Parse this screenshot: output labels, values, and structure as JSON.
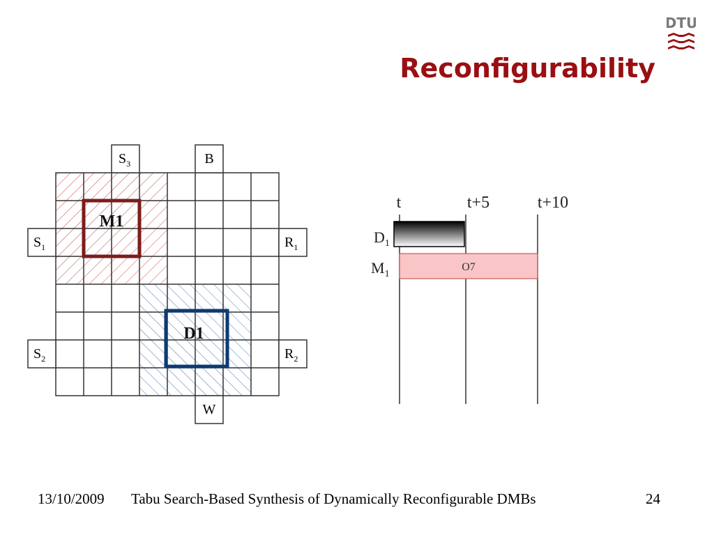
{
  "slide": {
    "title": "Reconfigurability",
    "logo_text": "DTU",
    "brand_color": "#9a0f12"
  },
  "biochip": {
    "rows": 8,
    "cols": 8,
    "module_m1_label": "M1",
    "module_d1_label": "D1",
    "module_m1_color": "#7b1d1d",
    "module_d1_color": "#0d3a73",
    "ports": {
      "s3": {
        "main": "S",
        "sub": "3"
      },
      "b": {
        "main": "B"
      },
      "s1": {
        "main": "S",
        "sub": "1"
      },
      "r1": {
        "main": "R",
        "sub": "1"
      },
      "s2": {
        "main": "S",
        "sub": "2"
      },
      "r2": {
        "main": "R",
        "sub": "2"
      },
      "w": {
        "main": "W"
      }
    }
  },
  "schedule": {
    "time_labels": [
      "t",
      "t+5",
      "t+10"
    ],
    "rows": [
      {
        "main": "D",
        "sub": "1"
      },
      {
        "main": "M",
        "sub": "1"
      }
    ],
    "operation_label": "O7",
    "operation_color": "#f9c5c6"
  },
  "footer": {
    "date": "13/10/2009",
    "text": "Tabu Search-Based Synthesis of Dynamically Reconfigurable DMBs",
    "page": "24"
  }
}
